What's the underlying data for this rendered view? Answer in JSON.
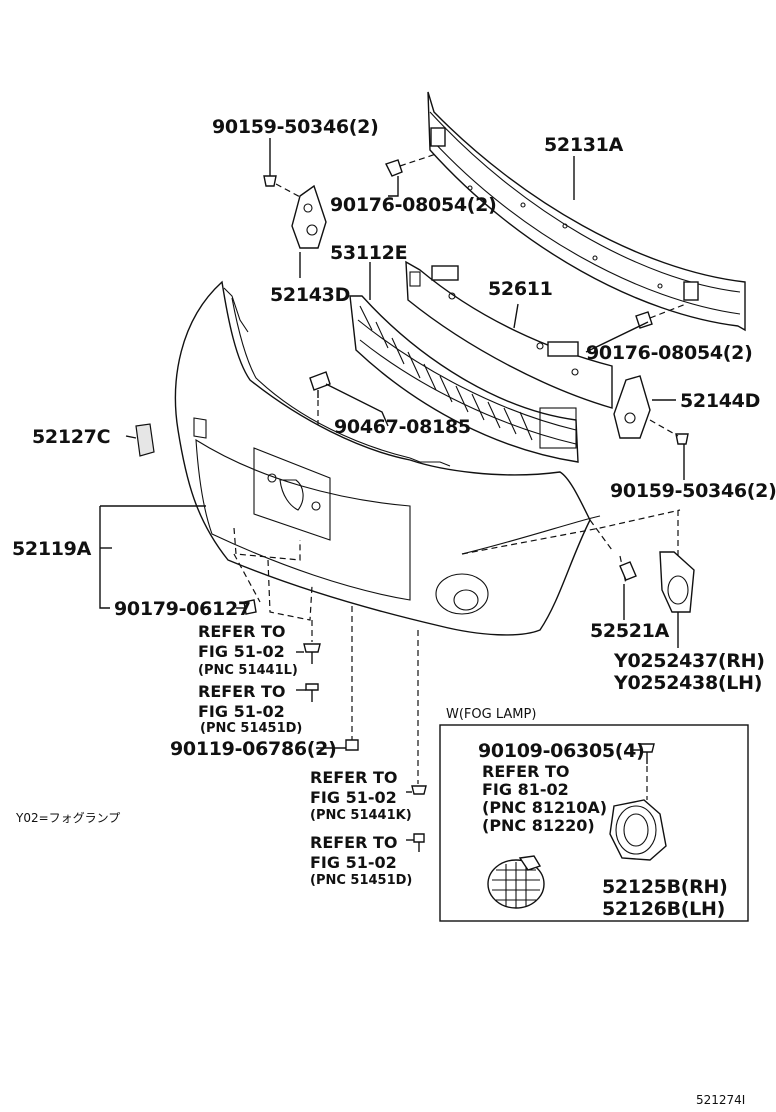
{
  "labels": {
    "p90159_top": "90159-50346(2)",
    "p52131A": "52131A",
    "p90176_top": "90176-08054(2)",
    "p52143D": "52143D",
    "p53112E": "53112E",
    "p52611": "52611",
    "p90176_right": "90176-08054(2)",
    "p52144D": "52144D",
    "p90467": "90467-08185",
    "p52127C": "52127C",
    "p90159_right": "90159-50346(2)",
    "p52119A": "52119A",
    "p90179": "90179-06127",
    "p52521A": "52521A",
    "pY0252437": "Y0252437(RH)",
    "pY0252438": "Y0252438(LH)",
    "refer1": "REFER TO",
    "fig1": "FIG 51-02",
    "pnc1": "(PNC 51441L)",
    "refer2": "REFER TO",
    "fig2": "FIG 51-02",
    "pnc2": "(PNC 51451D)",
    "p90119": "90119-06786(2)",
    "refer3": "REFER TO",
    "fig3": "FIG 51-02",
    "pnc3": "(PNC 51441K)",
    "refer4": "REFER TO",
    "fig4": "FIG 51-02",
    "pnc4": "(PNC 51451D)",
    "note_fog": "Y02=フォグランプ",
    "inset_title": "W(FOG LAMP)",
    "p90109": "90109-06305(4)",
    "refer5": "REFER TO",
    "fig5": "FIG 81-02",
    "pnc5a": "(PNC 81210A)",
    "pnc5b": "(PNC 81220)",
    "p52125B": "52125B(RH)",
    "p52126B": "52126B(LH)",
    "diagram_id": "521274I"
  }
}
